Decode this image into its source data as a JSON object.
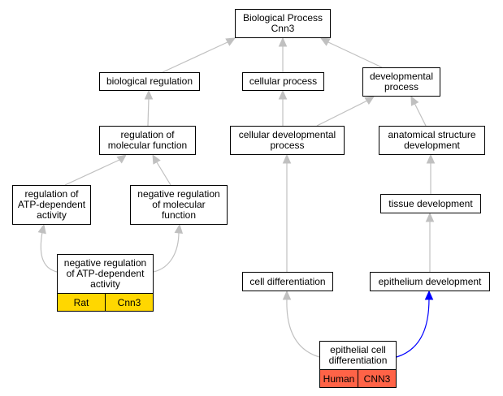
{
  "nodes": {
    "bp": "Biological Process\nCnn3",
    "bioreg": "biological regulation",
    "cellproc": "cellular process",
    "devproc": "developmental\nprocess",
    "regmol": "regulation of\nmolecular function",
    "celldevproc": "cellular developmental\nprocess",
    "anatdev": "anatomical structure\ndevelopment",
    "regatp": "regulation of\nATP-dependent\nactivity",
    "negregmol": "negative regulation\nof molecular\nfunction",
    "tissuedev": "tissue development",
    "negregatp": "negative regulation\nof ATP-dependent\nactivity",
    "celldiff": "cell differentiation",
    "epidev": "epithelium development",
    "epicelldiff": "epithelial cell\ndifferentiation"
  },
  "annotations": {
    "negregatp": {
      "species": "Rat",
      "gene": "Cnn3",
      "color": "#ffd700"
    },
    "epicelldiff": {
      "species": "Human",
      "gene": "CNN3",
      "color": "#ff6347"
    }
  },
  "colors": {
    "edge": "#c0c0c0",
    "highlight_edge": "#0000ff"
  }
}
